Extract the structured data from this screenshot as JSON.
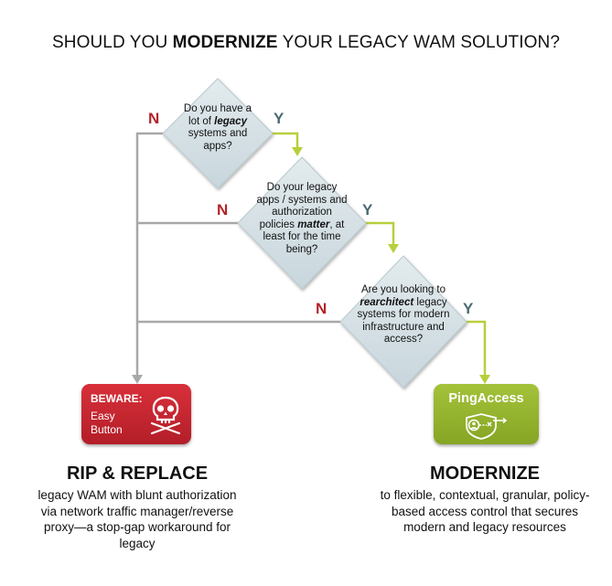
{
  "title": {
    "pre": "SHOULD YOU ",
    "bold": "MODERNIZE",
    "post": " YOUR LEGACY WAM SOLUTION?"
  },
  "questions": [
    {
      "pre": "Do you have a lot of ",
      "em": "legacy",
      "post": " systems and apps?"
    },
    {
      "pre": "Do your legacy apps / systems and authorization policies ",
      "em": "matter",
      "post": ", at least for the time being?"
    },
    {
      "pre": "Are you looking to ",
      "em": "rearchitect",
      "post": " legacy systems for modern infrastructure and access?"
    }
  ],
  "labels": {
    "no": "N",
    "yes": "Y"
  },
  "beware": {
    "heading": "BEWARE:",
    "line1": "Easy",
    "line2": "Button",
    "icon": "skull-crossbones-icon"
  },
  "ping": {
    "name": "PingAccess",
    "icon": "shield-access-icon"
  },
  "left": {
    "title": "RIP & REPLACE",
    "desc": "legacy WAM with blunt authorization via network traffic manager/reverse proxy—a stop-gap workaround for legacy"
  },
  "right": {
    "title": "MODERNIZE",
    "desc": "to flexible, contextual, granular, policy-based access control that secures modern and legacy resources"
  },
  "colors": {
    "no_line": "#a8a8a8",
    "yes_line": "#b8cf3c",
    "no_label": "#b3242a",
    "yes_label": "#4a6a74",
    "beware": "#c8262f",
    "ping": "#94b32c"
  }
}
